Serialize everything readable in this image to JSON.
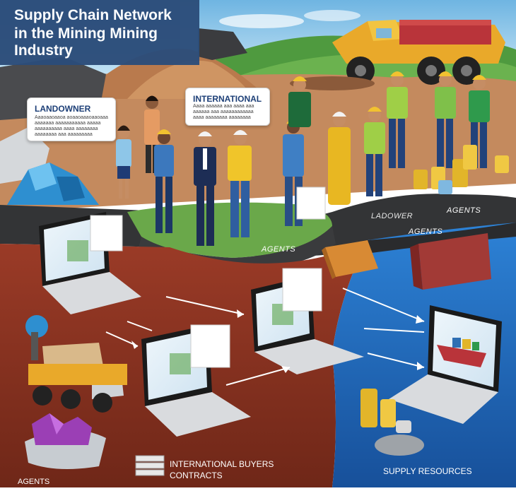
{
  "header": {
    "title_lines": [
      "Supply Chain Network",
      "in the Mining Mining",
      "Industry"
    ]
  },
  "callouts": {
    "landowner": {
      "title": "LANDOWNER",
      "lines": [
        "Aaaoaaoaaoa aoaaoaaaoaaoaaa",
        "aaaaaaa aaaaaaaaaaa aaaaa",
        "aaaaaaaaaa aaaa aaaaaaaa",
        "aaaaaaaa aaa aaaaaaaaa"
      ]
    },
    "international": {
      "title": "INTERNATIONAL",
      "lines": [
        "Aaaa aaaaaa aaa aaaa aaa",
        "aaaaaa aaa aaaaaaaaaaaa",
        "aaaa aaaaaaaa aaaaaaaa"
      ]
    }
  },
  "ground_labels": {
    "agents_center": "AGENTS",
    "landowner_right": "LADOWER",
    "agents_right_1": "AGENTS",
    "agents_right_2": "AGENTS"
  },
  "bottom_labels": {
    "buyers_line1": "INTERNATIONAL BUYERS",
    "buyers_line2": "CONTRACTS",
    "supply": "SUPPLY RESOURCES",
    "agents_bottom_left": "AGENTS"
  },
  "colors": {
    "sky": "#8ec9ea",
    "grass": "#5aa34a",
    "dirt": "#c9885a",
    "red_ground": "#8a3323",
    "water": "#1f6fc1",
    "title_bg": "#2c4d7a",
    "dark_rock": "#333436"
  },
  "icons": {
    "truck": "haul-truck-icon",
    "laptop": "laptop-icon",
    "container": "shipping-container-icon",
    "ship": "cargo-ship-icon",
    "coin": "gold-coin-stack-icon",
    "crystal": "mineral-crystal-icon"
  }
}
